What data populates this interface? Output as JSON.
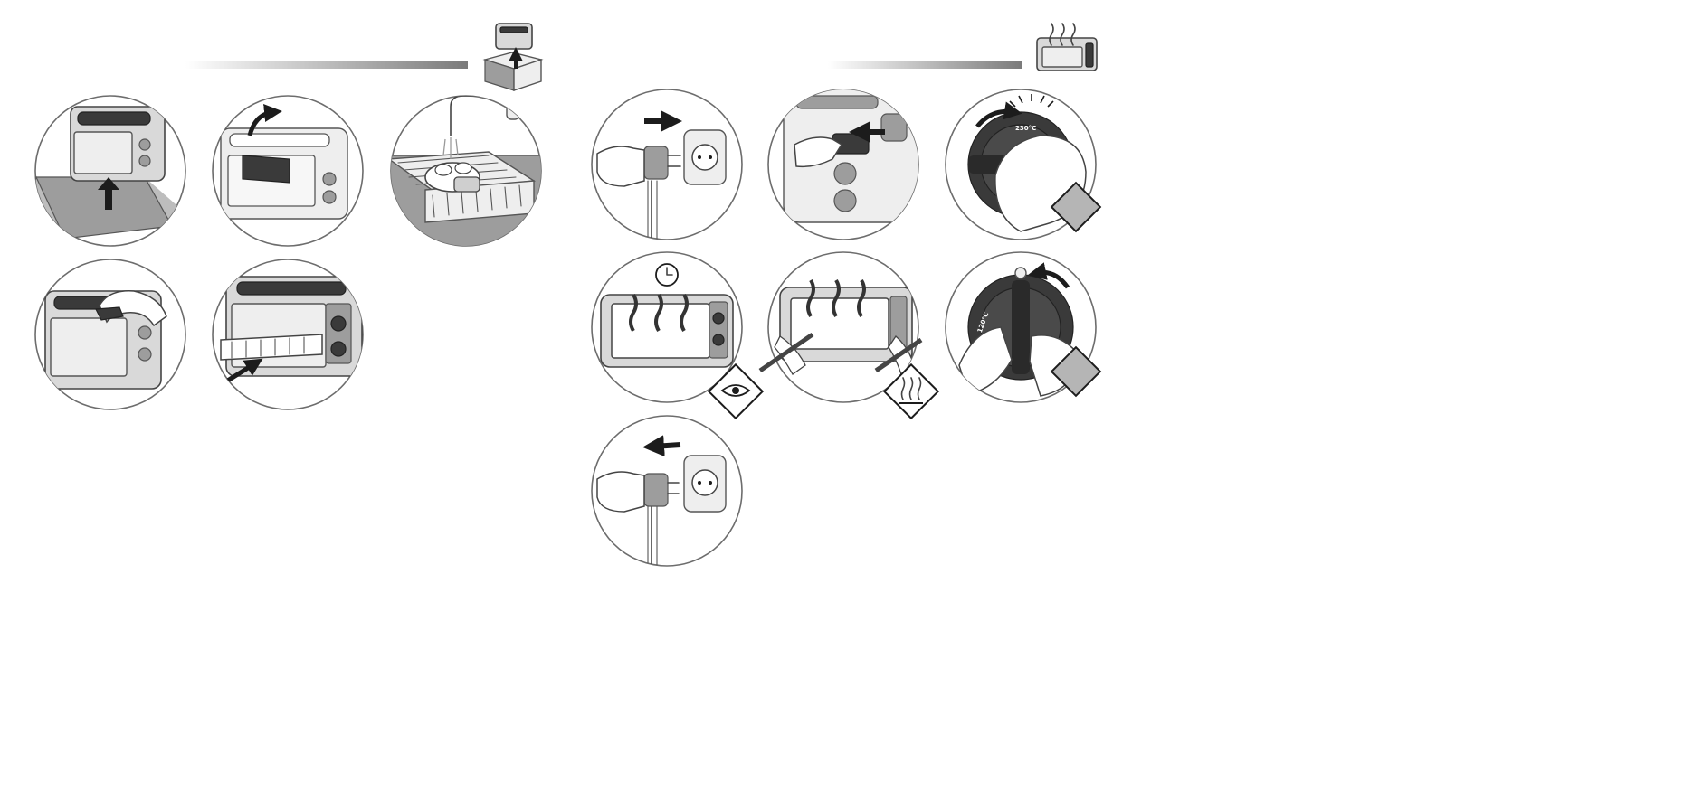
{
  "sections": [
    {
      "name": "unpacking-and-cleaning",
      "steps": 5
    },
    {
      "name": "first-use-burn-in",
      "steps": 7
    }
  ],
  "dial_labels": {
    "step3_max": "230°C",
    "step6_min": "120°C"
  },
  "colors": {
    "stroke": "#444444",
    "appliance_body": "#d9d9d9",
    "dark_knob": "#3a3a3a",
    "arrow": "#1c1c1c",
    "hint_square": "#b5b5b5"
  },
  "icons": [
    "box-icon",
    "toaster-heat-icon",
    "eye-icon",
    "hot-surface-icon",
    "timer-icon"
  ]
}
